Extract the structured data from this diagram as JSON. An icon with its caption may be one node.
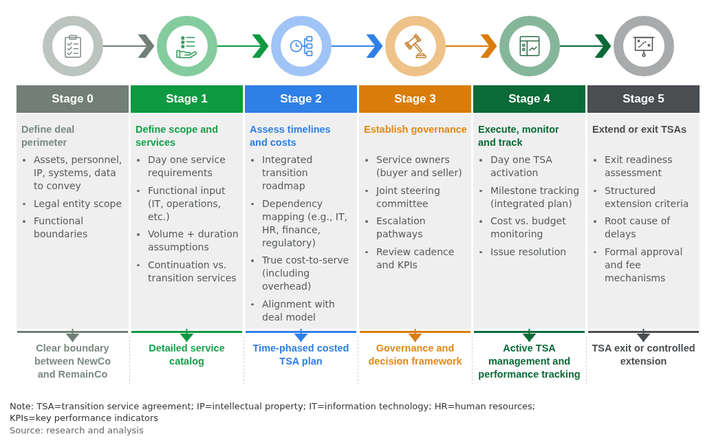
{
  "diagram": {
    "nodes": [
      {
        "text": [],
        "shape": "circle"
      },
      {
        "text": [],
        "shape": "circle"
      },
      {
        "text": [],
        "shape": "circle"
      },
      {
        "text": [],
        "shape": "circle"
      },
      {
        "text": [],
        "shape": "circle"
      },
      {
        "text": [],
        "shape": "circle"
      },
      {
        "text": [
          "Stage 0",
          "Define deal perimeter",
          "Assets, personnel, IP, systems, data to convey",
          "Legal entity scope",
          "Functional boundaries"
        ]
      },
      {
        "text": [
          "Stage 1",
          "Define scope and services",
          "Day one service requirements",
          "Functional input (IT, operations, etc.)",
          "Volume + duration assumptions",
          "Continuation vs. transition services"
        ]
      },
      {
        "text": [
          "Stage 2",
          "Assess timelines and costs",
          "Integrated transition roadmap",
          "Dependency mapping (e.g., IT, HR, finance, regulatory)",
          "True cost-to-serve (including overhead)",
          "Alignment with deal model"
        ]
      },
      {
        "text": [
          "Stage 3",
          "Establish governance",
          "Service owners (buyer and seller)",
          "Joint steering committee",
          "Escalation pathways",
          "Review cadence and KPIs"
        ]
      },
      {
        "text": [
          "Stage 4",
          "Execute, monitor and track",
          "Day one TSA activation",
          "Milestone tracking (integrated plan)",
          "Cost vs. budget monitoring",
          "Issue resolution"
        ]
      },
      {
        "text": [
          "Stage 5",
          "Extend or exit TSAs",
          "Exit readiness assessment",
          "Structured extension criteria",
          "Root cause of delays",
          "Formal approval and fee mechanisms"
        ]
      },
      {
        "text": [
          "Clear boundary between NewCo and RemainCo"
        ]
      },
      {
        "text": [
          "Detailed service catalog"
        ]
      },
      {
        "text": [
          "Time-phased costed TSA plan"
        ]
      },
      {
        "text": [
          "Governance and decision framework"
        ]
      },
      {
        "text": [
          "Active TSA management and performance tracking"
        ]
      },
      {
        "text": [
          "TSA exit or controlled extension"
        ]
      }
    ],
    "edges": [
      {
        "from": 0,
        "to": 1,
        "arrow": "to",
        "color": "#717f76"
      },
      {
        "from": 1,
        "to": 2,
        "arrow": "to",
        "color": "#0d9a41"
      },
      {
        "from": 2,
        "to": 3,
        "arrow": "to",
        "color": "#2f80e6"
      },
      {
        "from": 3,
        "to": 4,
        "arrow": "to",
        "color": "#d97c0a"
      },
      {
        "from": 4,
        "to": 5,
        "arrow": "to",
        "color": "#0b6a37"
      },
      {
        "from": 6,
        "to": 12,
        "arrow": "to",
        "color": "#717f76"
      },
      {
        "from": 7,
        "to": 13,
        "arrow": "to",
        "color": "#0d9a41"
      },
      {
        "from": 8,
        "to": 14,
        "arrow": "to",
        "color": "#2f80e6"
      },
      {
        "from": 9,
        "to": 15,
        "arrow": "to",
        "color": "#d97c0a"
      },
      {
        "from": 10,
        "to": 16,
        "arrow": "to",
        "color": "#0b6a37"
      },
      {
        "from": 11,
        "to": 17,
        "arrow": "to",
        "color": "#4a4e51"
      }
    ],
    "labels": [
      "Note: TSA=transition service agreement; IP=intellectual property; IT=information technology; HR=human resources; KPIs=key performance indicators",
      "Source: research and analysis"
    ]
  }
}
